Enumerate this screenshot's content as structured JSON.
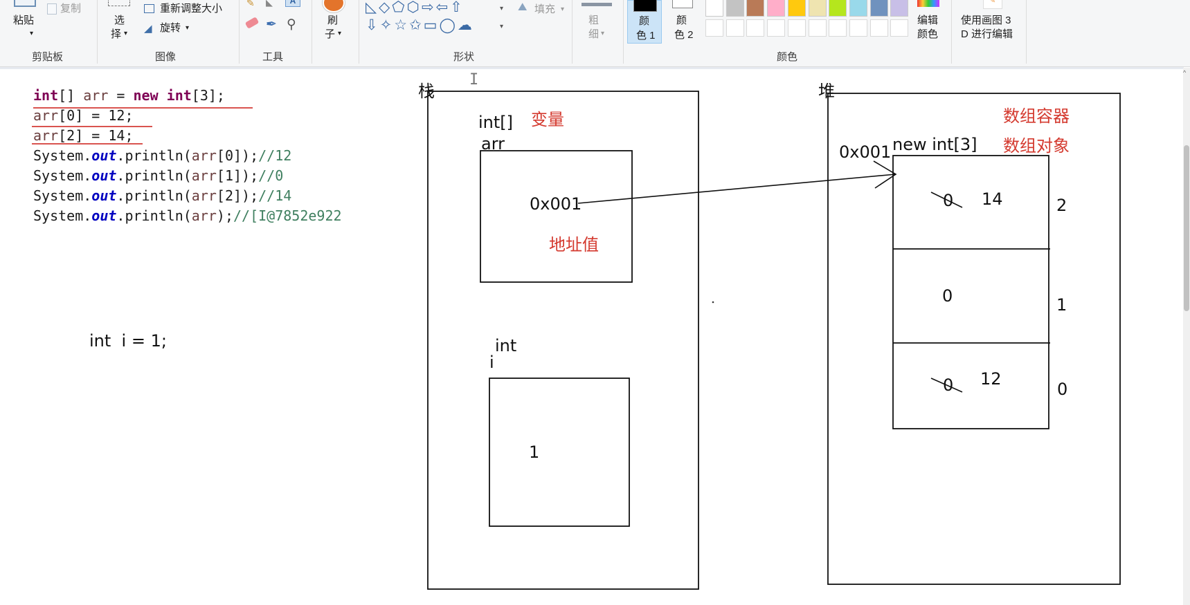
{
  "ribbon": {
    "clipboard": {
      "paste_label": "粘贴",
      "copy_label": "复制",
      "group_label": "剪贴板"
    },
    "image": {
      "select_line1": "选",
      "select_line2": "择",
      "resize_label": "重新调整大小",
      "rotate_label": "旋转",
      "group_label": "图像"
    },
    "tools": {
      "group_label": "工具"
    },
    "brush": {
      "line1": "刷",
      "line2": "子"
    },
    "shapes": {
      "fill_label": "填充",
      "group_label": "形状"
    },
    "thickness": {
      "line1": "粗",
      "line2": "细"
    },
    "colors": {
      "color1_line1": "颜",
      "color1_line2": "色 1",
      "color2_line1": "颜",
      "color2_line2": "色 2",
      "edit_line1": "编辑",
      "edit_line2": "颜色",
      "paint3d_line1": "使用画图 3",
      "paint3d_line2": "D 进行编辑",
      "group_label": "颜色",
      "swatches": [
        "#ffffff",
        "#c3c3c3",
        "#b97a57",
        "#ffaec9",
        "#ffc90e",
        "#efe4b0",
        "#b5e61d",
        "#99d9ea",
        "#7092be",
        "#c8bfe7"
      ],
      "color1": "#000000",
      "color2": "#ffffff"
    }
  },
  "code": {
    "line1": {
      "kw1": "int",
      "p1": "[] ",
      "v1": "arr",
      "p2": " = ",
      "kw2": "new",
      "p3": " ",
      "kw3": "int",
      "p4": "[3];"
    },
    "line2": {
      "v": "arr",
      "rest": "[0] = 12;"
    },
    "line3": {
      "v": "arr",
      "rest": "[2] = 14;"
    },
    "println": [
      {
        "pre": "System.",
        "out": "out",
        "mid": ".println(",
        "v": "arr",
        "args": "[0]);",
        "cmt": "//12"
      },
      {
        "pre": "System.",
        "out": "out",
        "mid": ".println(",
        "v": "arr",
        "args": "[1]);",
        "cmt": "//0"
      },
      {
        "pre": "System.",
        "out": "out",
        "mid": ".println(",
        "v": "arr",
        "args": "[2]);",
        "cmt": "//14"
      },
      {
        "pre": "System.",
        "out": "out",
        "mid": ".println(",
        "v": "arr",
        "args": ");",
        "cmt": "//[I@7852e922"
      }
    ],
    "int_stmt": "int  i = 1;"
  },
  "stack": {
    "title": "栈",
    "arr_type": "int[]",
    "arr_name": "arr",
    "var_note": "变量",
    "arr_value": "0x001",
    "addr_note": "地址值",
    "i_type": "int",
    "i_name": "i",
    "i_value": "1"
  },
  "heap": {
    "title": "堆",
    "note1": "数组容器",
    "note2": "数组对象",
    "address": "0x001",
    "alloc": "new int[3]",
    "cells": [
      {
        "old": "0",
        "value": "14",
        "index": "2"
      },
      {
        "old": "",
        "value": "0",
        "index": "1"
      },
      {
        "old": "0",
        "value": "12",
        "index": "0"
      }
    ]
  },
  "colors": {
    "keyword": "#7f0055",
    "variable": "#6a3e3e",
    "static_field": "#0000c0",
    "comment": "#3f7f5f",
    "annotation_red": "#d43a2f",
    "underline_red": "#d9534f"
  }
}
